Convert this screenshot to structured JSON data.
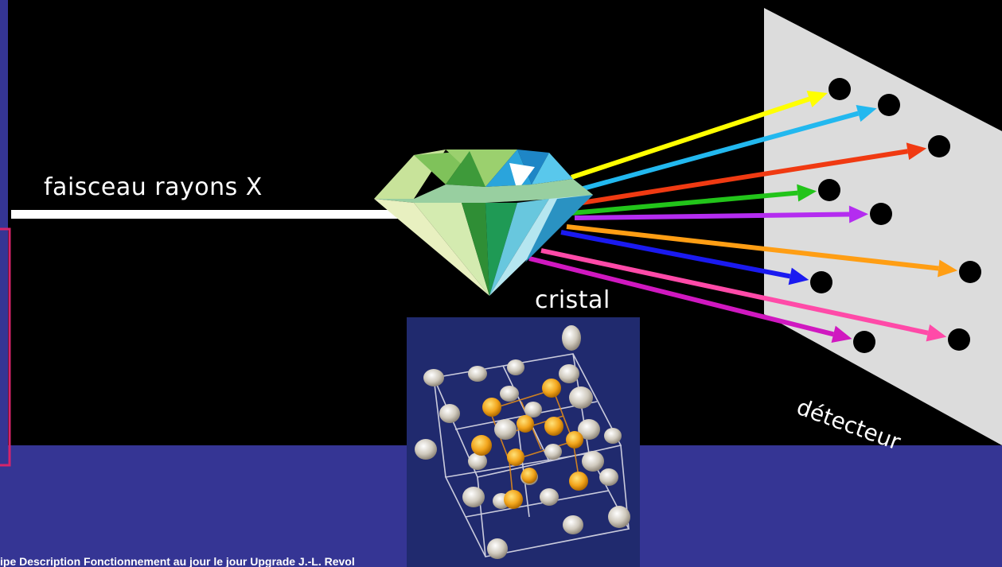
{
  "labels": {
    "beam": "faisceau rayons X",
    "crystal": "cristal",
    "detector": "détecteur"
  },
  "footer": "ipe  Description  Fonctionnement au jour le jour  Upgrade  J.-L. Revol",
  "colors": {
    "background": "#353594",
    "scene": "#000000",
    "detector_plate": "#dcdcdc",
    "frame_accent": "#d6246a"
  },
  "diffracted_beams": [
    {
      "color": "#ffff00"
    },
    {
      "color": "#22b8ef"
    },
    {
      "color": "#f03a12"
    },
    {
      "color": "#22c41a"
    },
    {
      "color": "#b42cf0"
    },
    {
      "color": "#ff9e14"
    },
    {
      "color": "#1a1af0"
    },
    {
      "color": "#ff4aa8"
    },
    {
      "color": "#d018c0"
    }
  ],
  "inset": {
    "description_icon": "unit-cell-lattice-image"
  }
}
